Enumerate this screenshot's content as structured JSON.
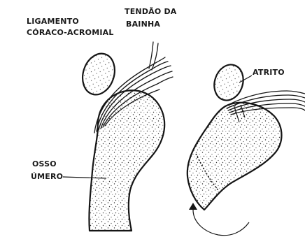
{
  "labels": {
    "ligamento_line1": "LIGAMENTO",
    "ligamento_line2": "CÓRACO-ACROMIAL",
    "tendao_line1": "TENDÃO DA",
    "tendao_line2": "BAINHA",
    "osso_line1": "OSSO",
    "osso_line2": "ÚMERO",
    "atrito": "ATRITO"
  },
  "colors": {
    "ink": "#151515",
    "paper": "#ffffff"
  }
}
